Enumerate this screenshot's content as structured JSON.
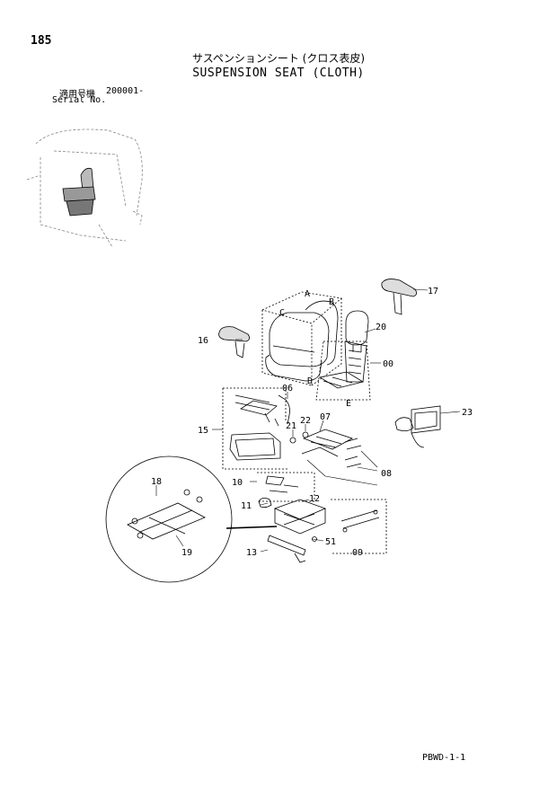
{
  "header": {
    "page_number": "185",
    "title_jp": "サスペンションシート (クロス表皮)",
    "title_en": "SUSPENSION SEAT (CLOTH)",
    "serial_label_jp": "適用号機",
    "serial_value": "200001-",
    "serial_label_en": "Serial No."
  },
  "callouts": {
    "c00": "00",
    "c06": "06",
    "c07": "07",
    "c08": "08",
    "c09": "09",
    "c10": "10",
    "c11": "11",
    "c12": "12",
    "c13": "13",
    "c15": "15",
    "c16": "16",
    "c17": "17",
    "c18": "18",
    "c19": "19",
    "c20": "20",
    "c21": "21",
    "c22": "22",
    "c23": "23",
    "c51": "51",
    "cA": "A",
    "cB": "B",
    "cC": "C",
    "cD": "D",
    "cE": "E"
  },
  "footer": {
    "doc_code": "PBWD-1-1"
  }
}
